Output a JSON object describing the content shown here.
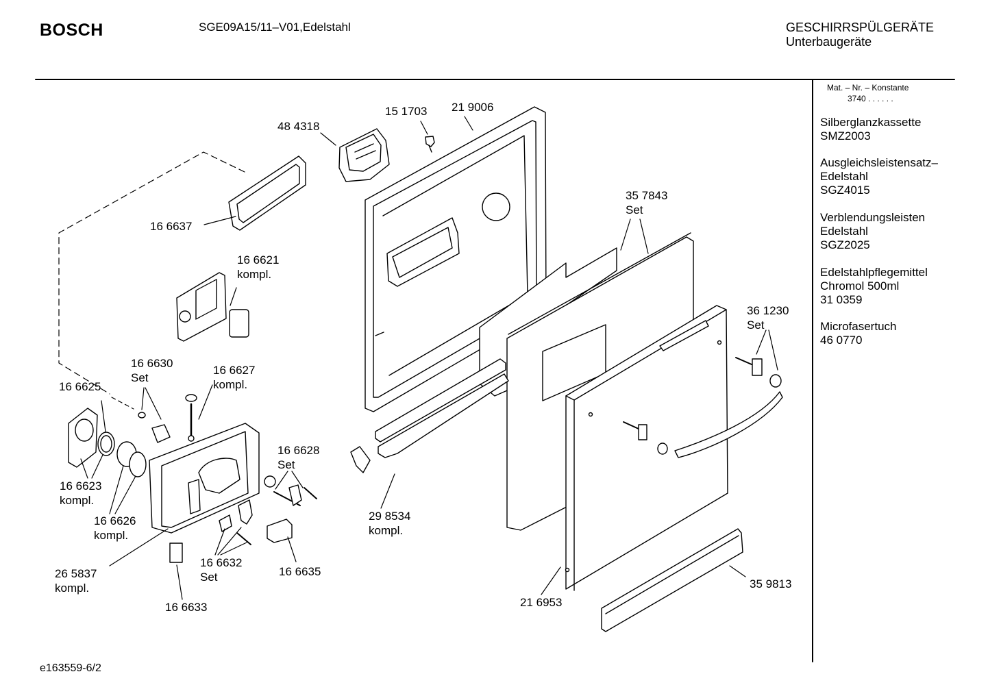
{
  "header": {
    "brand": "BOSCH",
    "model": "SGE09A15/11–V01,Edelstahl",
    "category_line1": "GESCHIRRSPÜLGERÄTE",
    "category_line2": "Unterbaugeräte"
  },
  "sidebar": {
    "const_header": "Mat. – Nr. – Konstante",
    "const_value": "3740 .  .  .  .  .  .",
    "accessories": [
      {
        "lines": [
          "Silberglanzkassette",
          "SMZ2003"
        ]
      },
      {
        "lines": [
          "Ausgleichsleistensatz–",
          "Edelstahl",
          "SGZ4015"
        ]
      },
      {
        "lines": [
          "Verblendungsleisten",
          "Edelstahl",
          "SGZ2025"
        ]
      },
      {
        "lines": [
          "Edelstahlpflegemittel",
          "Chromol  500ml",
          "31 0359"
        ]
      },
      {
        "lines": [
          "Microfasertuch",
          "46 0770"
        ]
      }
    ]
  },
  "parts": {
    "p484318": "48 4318",
    "p151703": "15 1703",
    "p219006": "21 9006",
    "p166637": "16 6637",
    "p166621": "16 6621",
    "p166621_note": "kompl.",
    "p357843": "35 7843",
    "p357843_note": "Set",
    "p166630": "16 6630",
    "p166630_note": "Set",
    "p166627": "16 6627",
    "p166627_note": "kompl.",
    "p166625": "16 6625",
    "p361230": "36 1230",
    "p361230_note": "Set",
    "p166628": "16 6628",
    "p166628_note": "Set",
    "p166623": "16 6623",
    "p166623_note": "kompl.",
    "p166626": "16 6626",
    "p166626_note": "kompl.",
    "p298534": "29 8534",
    "p298534_note": "kompl.",
    "p265837": "26 5837",
    "p265837_note": "kompl.",
    "p166632": "16 6632",
    "p166632_note": "Set",
    "p166635": "16 6635",
    "p166633": "16 6633",
    "p216953": "21 6953",
    "p359813": "35 9813"
  },
  "footer": {
    "drawing_id": "e163559-6/2"
  }
}
